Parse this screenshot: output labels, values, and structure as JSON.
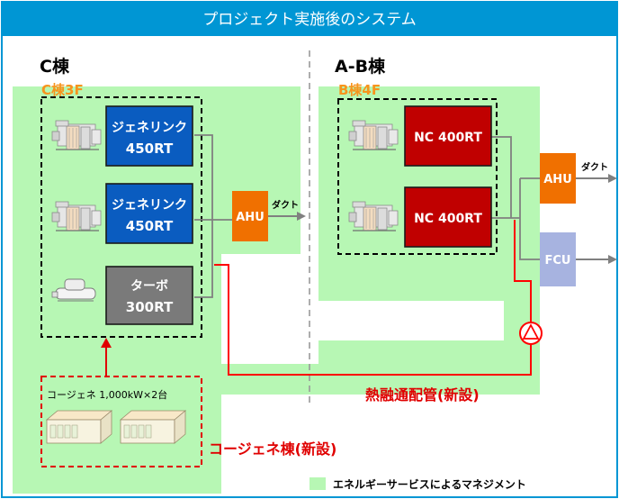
{
  "title": "プロジェクト実施後のシステム",
  "buildings": {
    "c": {
      "name": "C棟",
      "floor": "C棟3F"
    },
    "ab": {
      "name": "A-B棟",
      "floor": "B棟4F"
    }
  },
  "equipment": {
    "jenelink1": {
      "line1": "ジェネリンク",
      "line2": "450RT"
    },
    "jenelink2": {
      "line1": "ジェネリンク",
      "line2": "450RT"
    },
    "turbo": {
      "line1": "ターボ",
      "line2": "300RT"
    },
    "nc1": {
      "label": "NC 400RT"
    },
    "nc2": {
      "label": "NC 400RT"
    },
    "ahu_c": {
      "label": "AHU",
      "duct": "ダクト"
    },
    "ahu_ab": {
      "label": "AHU",
      "duct": "ダクト"
    },
    "fcu": {
      "label": "FCU"
    }
  },
  "cogen": {
    "label": "コージェネ 1,000kW×2台",
    "building": "コージェネ棟(新設)"
  },
  "piping": {
    "label": "熱融通配管(新設)"
  },
  "legend": {
    "label": "エネルギーサービスによるマネジメント"
  },
  "colors": {
    "title_bar": "#0096d4",
    "frame": "#0096d4",
    "managed_area": "#b7f7b4",
    "floor_label": "#f7941d",
    "jenelink": "#0a5cc0",
    "turbo": "#7a7a7a",
    "nc": "#c00000",
    "ahu": "#f07000",
    "fcu": "#a7b3e0",
    "new_pipe": "#ff0000",
    "pipe": "#808080"
  },
  "icons": {
    "chiller": "absorption-chiller-machine-icon",
    "turbo": "turbo-chiller-machine-icon",
    "cogen": "cogeneration-unit-icon",
    "pump": "pump-icon"
  }
}
